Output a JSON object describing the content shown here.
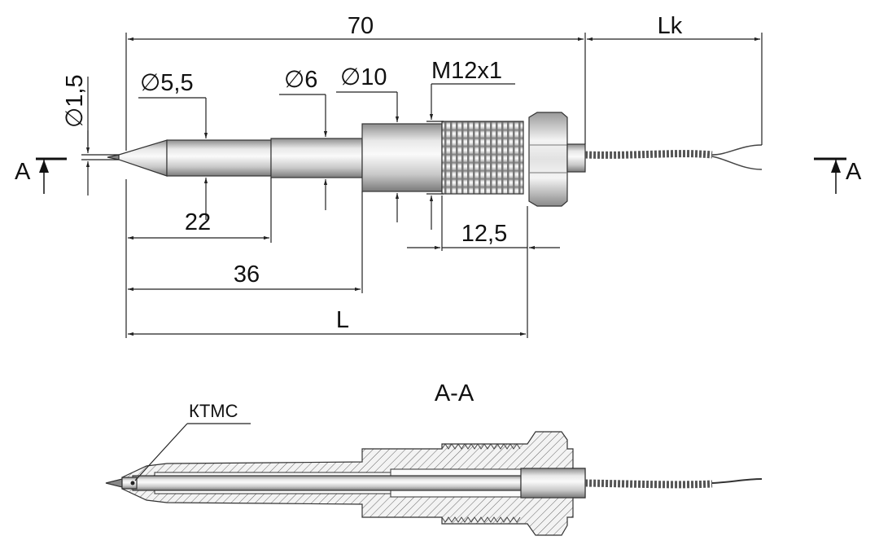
{
  "dimensions": {
    "overall_length": "70",
    "cable_length": "Lk",
    "tip_diameter": "1,5",
    "diameter_1": "5,5",
    "diameter_2": "6",
    "diameter_3": "10",
    "thread": "M12x1",
    "length_22": "22",
    "length_36": "36",
    "length_L": "L",
    "thread_length": "12,5"
  },
  "section": {
    "label_left": "A",
    "label_right": "A",
    "title": "A-A",
    "callout": "КТМС"
  },
  "symbols": {
    "diameter": "∅"
  },
  "colors": {
    "metal_light": "#f2f2f2",
    "metal_dark": "#9a9a9a",
    "cable": "#555555",
    "line": "#222222"
  }
}
